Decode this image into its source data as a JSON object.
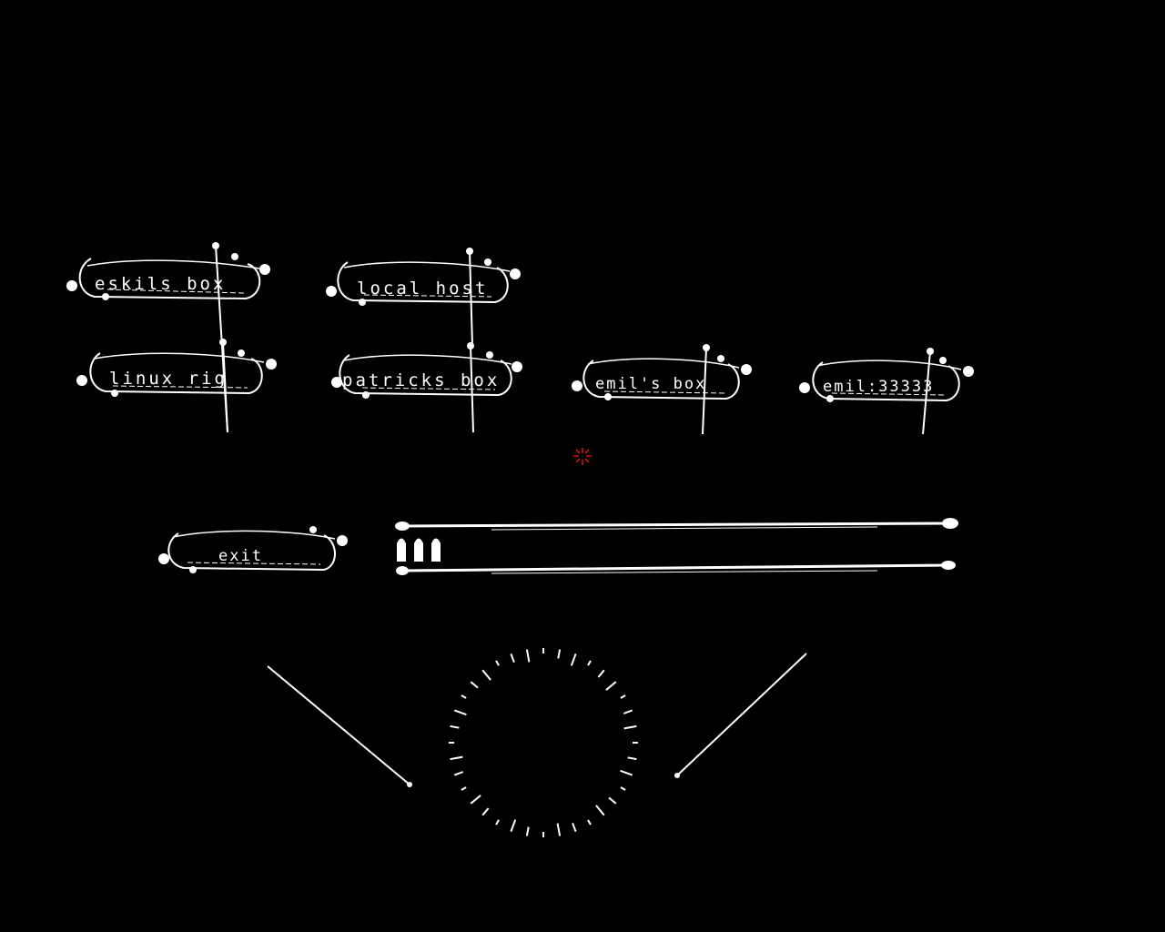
{
  "servers": [
    {
      "label": "eskils box"
    },
    {
      "label": "local host"
    },
    {
      "label": "linux rig"
    },
    {
      "label": "patricks box"
    },
    {
      "label": "emil's box"
    },
    {
      "label": "emil:33333"
    }
  ],
  "exit": {
    "label": "exit"
  },
  "progress": {
    "filled_segments": 3
  },
  "colors": {
    "background": "#000000",
    "foreground": "#ffffff",
    "cursor": "#cc1111"
  }
}
